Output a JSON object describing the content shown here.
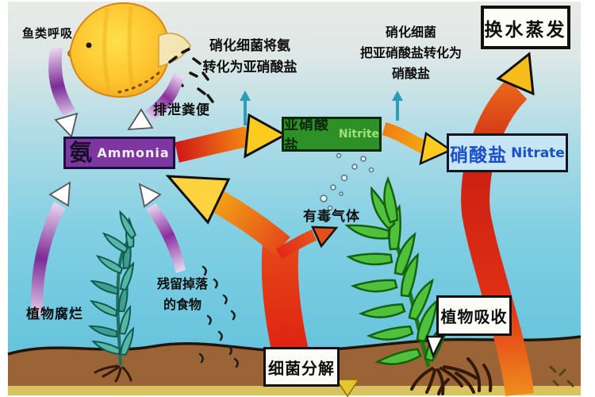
{
  "labels": {
    "fish_breathing": "鱼类呼吸",
    "excretion": "排泄粪便",
    "toxic_gas": "有毒气体",
    "plant_decay": "植物腐烂",
    "leftover_food": {
      "line1": "残留掉落",
      "line2": "的食物"
    },
    "nitrify_to_nitrite": {
      "line1": "硝化细菌将氨",
      "line2": "转化为亚硝酸盐"
    },
    "nitrify_to_nitrate": {
      "line1": "硝化细菌",
      "line2": "把亚硝酸盐转化为",
      "line3": "硝酸盐"
    }
  },
  "process_boxes": {
    "water_change": "换水蒸发",
    "bacteria_decompose": "细菌分解",
    "plant_absorb": "植物吸收"
  },
  "nodes": {
    "ammonia": {
      "zh": "氨",
      "en": "Ammonia",
      "box_color": "#7e37a0"
    },
    "nitrite": {
      "zh": "亚硝酸盐",
      "en": "Nitrite",
      "box_color": "#2e9128"
    },
    "nitrate": {
      "zh": "硝酸盐",
      "en": "Nitrate",
      "box_color": "#c6e6f6"
    }
  },
  "colors": {
    "water_top": "#e9ebe7",
    "water_bottom": "#5cc0da",
    "soil": "#9a6436",
    "sand": "#d9c25f",
    "arrow_red": "#d81e1e",
    "arrow_orange": "#f08a1a",
    "arrow_yellow": "#fccb1f",
    "arrow_purple": "#7d2b96",
    "pointer_teal": "#2a9db8",
    "fish_body": "#f7b322"
  }
}
